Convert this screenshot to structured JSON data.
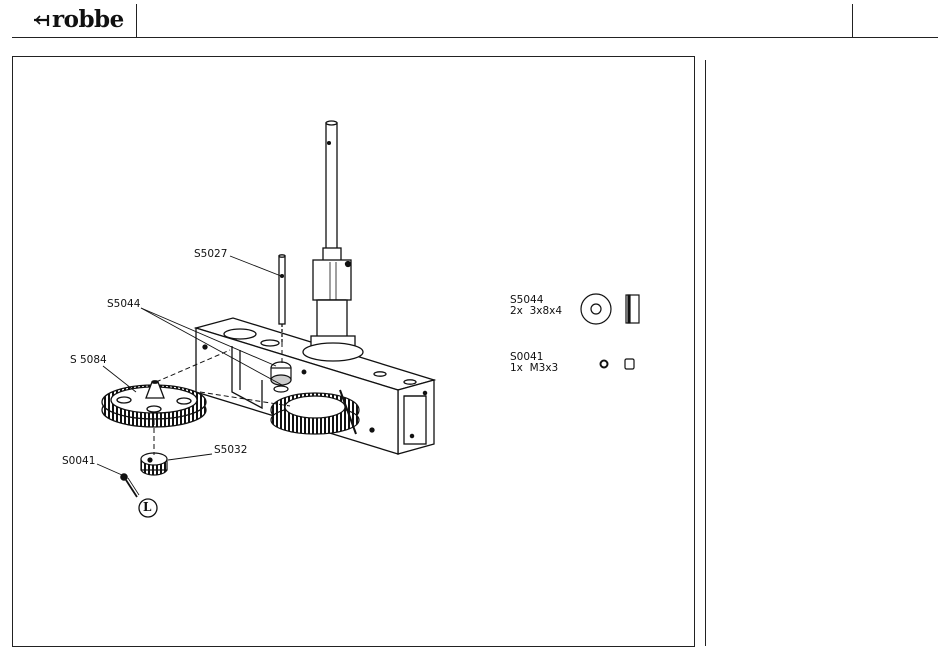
{
  "header": {
    "brand": "robbe"
  },
  "diagram": {
    "callouts": {
      "s5027": "S5027",
      "s5044": "S5044",
      "s5084": "S 5084",
      "s0041": "S0041",
      "s5032": "S5032",
      "loctite": "L"
    },
    "parts_list": [
      {
        "code": "S5044",
        "qty": "2x",
        "spec": "3x8x4"
      },
      {
        "code": "S0041",
        "qty": "1x",
        "spec": "M3x3"
      }
    ]
  }
}
